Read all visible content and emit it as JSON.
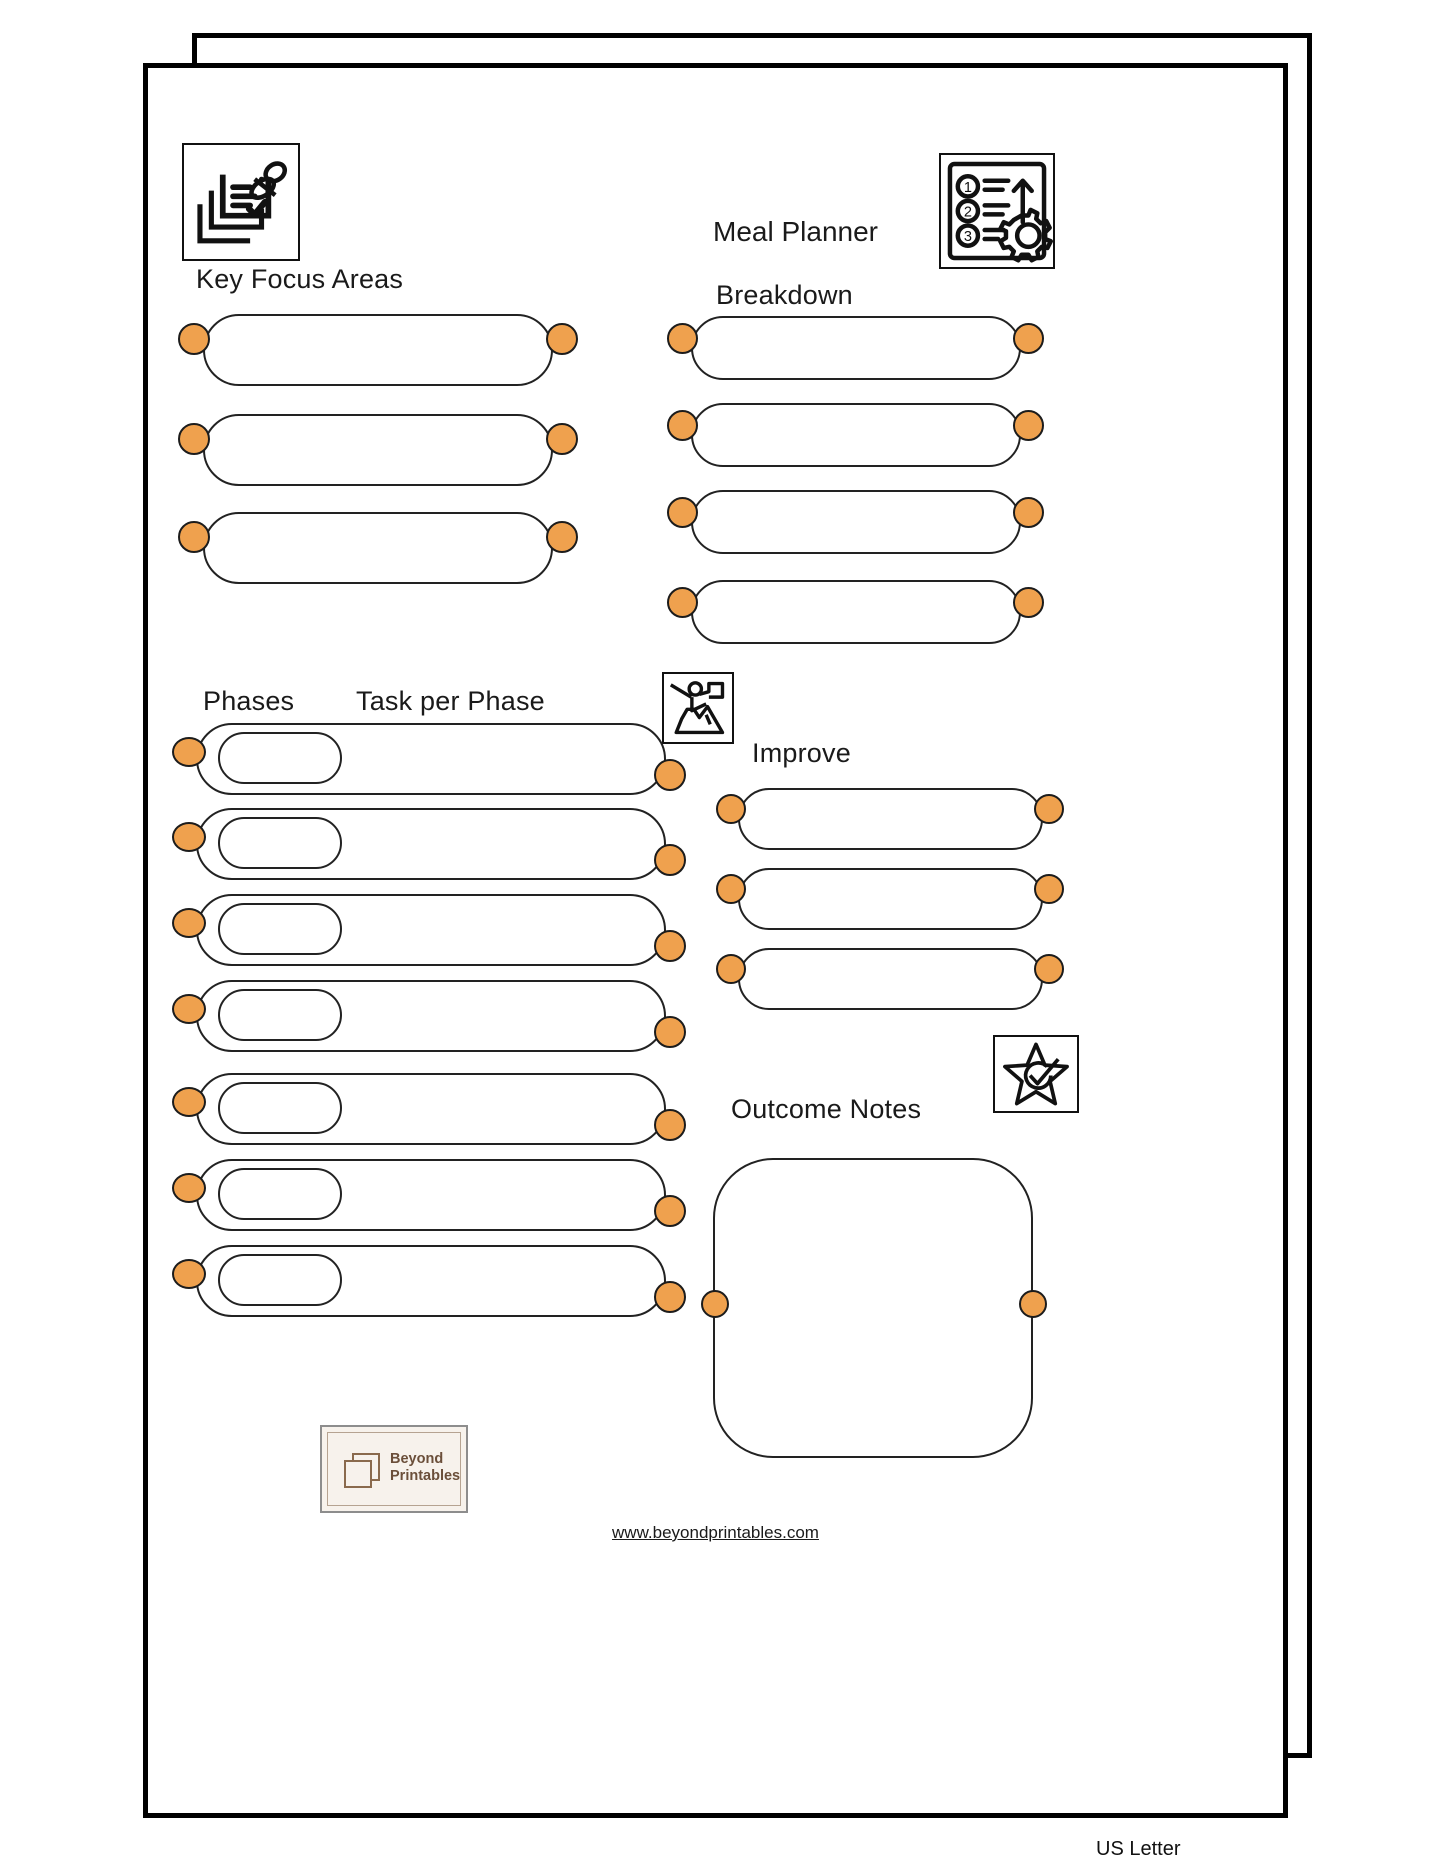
{
  "document": {
    "title": "Meal Planner",
    "paper_size": "US Letter",
    "site_url": "www.beyondprintables.com",
    "accent_color": "#efa14e",
    "outline_color": "#222222",
    "brand": {
      "name_line1": "Beyond",
      "name_line2": "Printables",
      "logo_bg": "#f7f2ec",
      "logo_text_color": "#6b4f3a"
    }
  },
  "icons": {
    "top_left": "checklist-pushpin-icon",
    "top_right": "numbered-steps-gear-icon",
    "phases": "mountain-flag-achievement-icon",
    "outcome": "star-check-icon"
  },
  "sections": {
    "key_focus_areas": {
      "heading": "Key Focus Areas",
      "row_count": 3,
      "rows": [
        "",
        "",
        ""
      ]
    },
    "breakdown": {
      "heading": "Breakdown",
      "row_count": 4,
      "rows": [
        "",
        "",
        "",
        ""
      ]
    },
    "phases": {
      "heading_left": "Phases",
      "heading_right": "Task per Phase",
      "row_count": 7,
      "rows": [
        {
          "phase": "",
          "task": ""
        },
        {
          "phase": "",
          "task": ""
        },
        {
          "phase": "",
          "task": ""
        },
        {
          "phase": "",
          "task": ""
        },
        {
          "phase": "",
          "task": ""
        },
        {
          "phase": "",
          "task": ""
        },
        {
          "phase": "",
          "task": ""
        }
      ]
    },
    "improve": {
      "heading": "Improve",
      "row_count": 3,
      "rows": [
        "",
        "",
        ""
      ]
    },
    "outcome_notes": {
      "heading": "Outcome Notes",
      "value": ""
    }
  }
}
